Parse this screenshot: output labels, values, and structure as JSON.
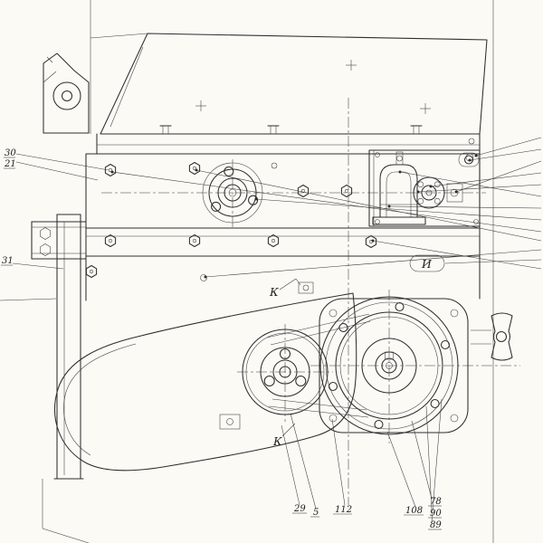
{
  "sheet": {
    "kind": "mechanical-assembly-drawing"
  },
  "colors": {
    "paper": "#fbfaf5",
    "ink": "#2e2e2e"
  },
  "labels": {
    "c30": "30",
    "c21": "21",
    "c31": "31",
    "k_top": "К",
    "k_bottom": "К",
    "view_i": "И",
    "c29": "29",
    "c5": "5",
    "c112": "112",
    "c108": "108",
    "c78": "78",
    "c90": "90",
    "c89": "89"
  }
}
